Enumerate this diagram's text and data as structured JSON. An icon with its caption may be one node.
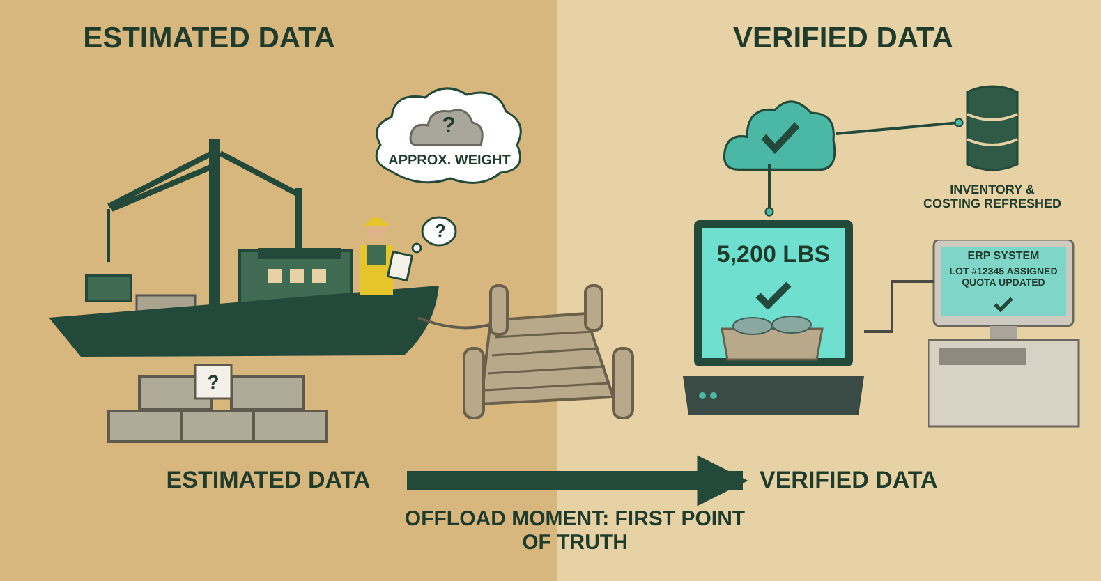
{
  "diagram": {
    "nodes": [
      {
        "text": [
          "?",
          "APPROX. WEIGHT"
        ]
      },
      {
        "text": [
          "ESTIMATED DATA"
        ]
      },
      {
        "text": [
          "VERIFIED DATA"
        ]
      },
      {
        "text": [],
        "shape": "cloud"
      },
      {
        "text": [],
        "shape": "cylinder",
        "beside": [
          "INVENTORY & COSTING REFRESHED"
        ]
      },
      {
        "text": [
          "5,200 LBS"
        ]
      },
      {
        "text": [
          "ERP SYSTEM",
          "LOT #12345 ASSIGNED QUOTA UPDATED"
        ]
      }
    ],
    "edges": [
      {
        "from": 1,
        "to": 2,
        "arrow": "to",
        "label": "OFFLOAD MOMENT: FIRST POINT OF TRUTH",
        "style": "thick"
      },
      {
        "from": 3,
        "to": 4,
        "arrow": "other"
      },
      {
        "from": 3,
        "to": 5,
        "arrow": "other"
      },
      {
        "from": 5,
        "to": 6,
        "arrow": "none"
      }
    ],
    "labels": [
      "ESTIMATED DATA",
      "VERIFIED DATA",
      "?",
      "?"
    ]
  }
}
